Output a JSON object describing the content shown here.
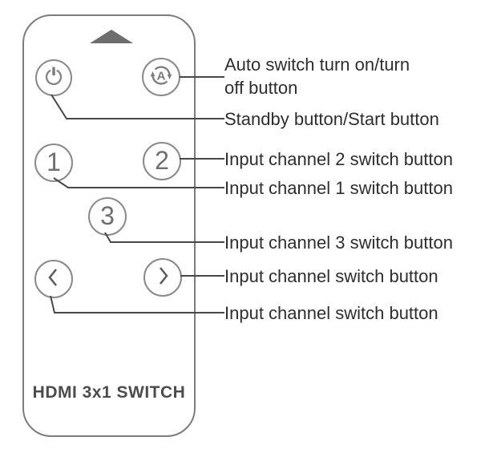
{
  "colors": {
    "remote_outline": "#7d7d7d",
    "button_outline": "#8a8a8a",
    "icon_gray": "#777777",
    "callout_line": "#484848",
    "label_text": "#2e2e2e",
    "triangle": "#6e6e6e"
  },
  "remote": {
    "brand_text": "HDMI 3x1 SWITCH",
    "buttons": [
      {
        "name": "power-button",
        "icon": "power-icon"
      },
      {
        "name": "auto-switch-button",
        "icon": "auto-cycle-icon",
        "letter": "A"
      },
      {
        "name": "input-1-button",
        "label": "1"
      },
      {
        "name": "input-2-button",
        "label": "2"
      },
      {
        "name": "input-3-button",
        "label": "3"
      },
      {
        "name": "channel-prev-button",
        "icon": "chevron-left-icon"
      },
      {
        "name": "channel-next-button",
        "icon": "chevron-right-icon"
      }
    ]
  },
  "callouts": [
    {
      "target": "auto-switch-button",
      "lines": [
        "Auto switch turn on/turn",
        "off button"
      ]
    },
    {
      "target": "power-button",
      "lines": [
        "Standby button/Start button"
      ]
    },
    {
      "target": "input-2-button",
      "lines": [
        "Input channel 2 switch button"
      ]
    },
    {
      "target": "input-1-button",
      "lines": [
        "Input channel 1 switch button"
      ]
    },
    {
      "target": "input-3-button",
      "lines": [
        "Input channel 3 switch button"
      ]
    },
    {
      "target": "channel-next-button",
      "lines": [
        "Input channel switch button"
      ]
    },
    {
      "target": "channel-prev-button",
      "lines": [
        "Input channel switch button"
      ]
    }
  ]
}
